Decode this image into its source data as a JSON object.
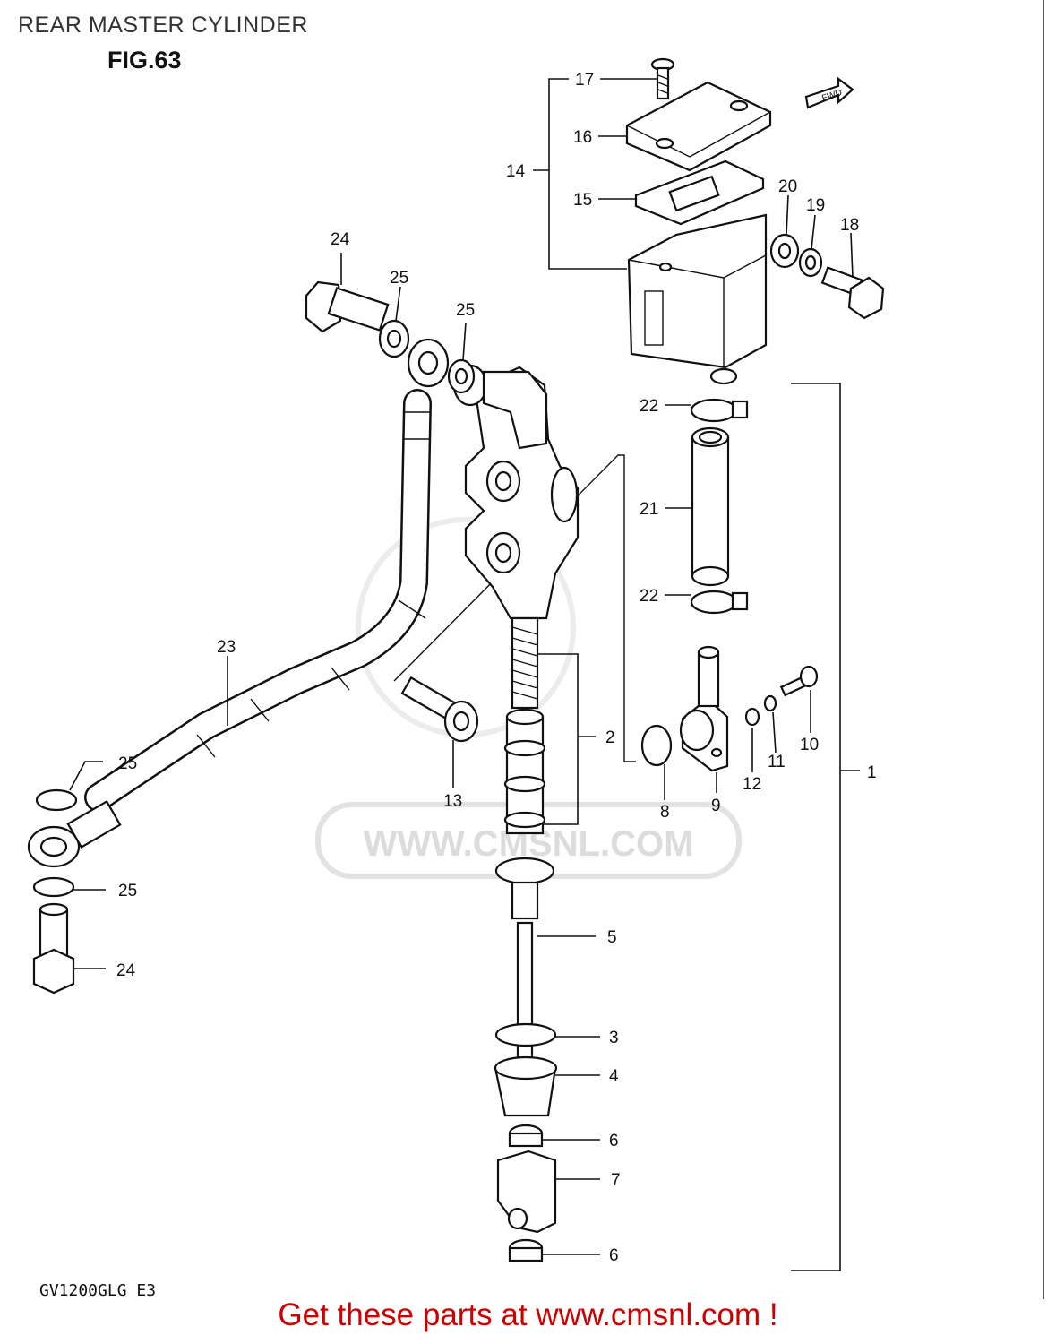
{
  "header": {
    "title": "REAR MASTER CYLINDER",
    "figure": "FIG.63"
  },
  "footer": {
    "model_code": "GV1200GLG  E3",
    "cta": "Get these parts at www.cmsnl.com !"
  },
  "watermark": {
    "text": "WWW.CMSNL.COM"
  },
  "callouts": {
    "p1": "1",
    "p2": "2",
    "p3": "3",
    "p4": "4",
    "p5": "5",
    "p6a": "6",
    "p6b": "6",
    "p7": "7",
    "p8": "8",
    "p9": "9",
    "p10": "10",
    "p11": "11",
    "p12": "12",
    "p13": "13",
    "p14": "14",
    "p15": "15",
    "p16": "16",
    "p17": "17",
    "p18": "18",
    "p19": "19",
    "p20": "20",
    "p21": "21",
    "p22a": "22",
    "p22b": "22",
    "p23": "23",
    "p24a": "24",
    "p24b": "24",
    "p25a": "25",
    "p25b": "25",
    "p25c": "25",
    "p25d": "25"
  },
  "fwd_marker": "FWD",
  "colors": {
    "line": "#111111",
    "cta": "#cc0000",
    "watermark": "#dcdcdc"
  }
}
